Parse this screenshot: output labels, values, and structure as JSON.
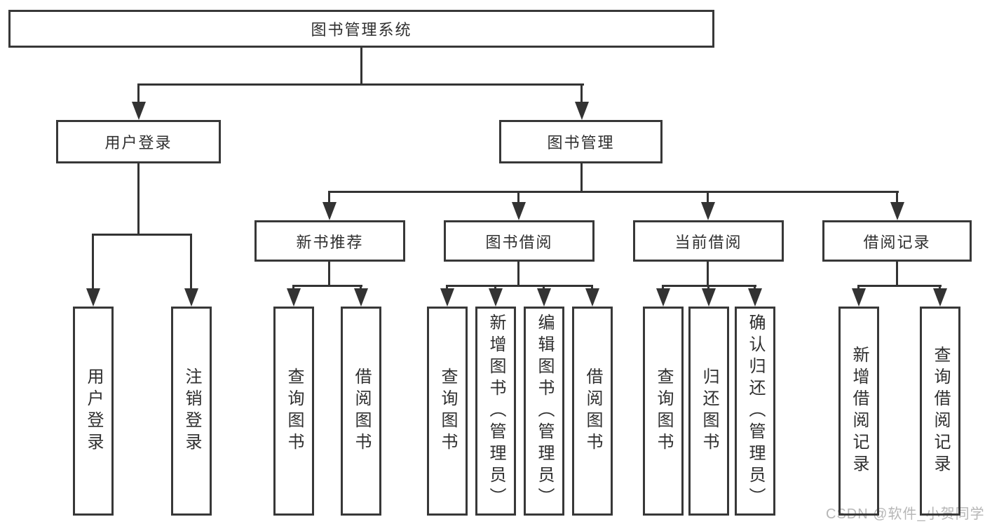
{
  "diagram": {
    "type": "tree",
    "root": {
      "label": "图书管理系统"
    },
    "branches": [
      {
        "label": "用户登录",
        "leaves": [
          "用户登录",
          "注销登录"
        ]
      },
      {
        "label": "图书管理",
        "groups": [
          {
            "label": "新书推荐",
            "leaves": [
              "查询图书",
              "借阅图书"
            ]
          },
          {
            "label": "图书借阅",
            "leaves": [
              "查询图书",
              "新增图书（管理员）",
              "编辑图书（管理员）",
              "借阅图书"
            ]
          },
          {
            "label": "当前借阅",
            "leaves": [
              "查询图书",
              "归还图书",
              "确认归还（管理员）"
            ]
          },
          {
            "label": "借阅记录",
            "leaves": [
              "新增借阅记录",
              "查询借阅记录"
            ]
          }
        ]
      }
    ]
  },
  "watermark": {
    "text": "CSDN @软件_小贺同学",
    "color": "#b6b6b6"
  },
  "colors": {
    "line": "#333333",
    "box_border": "#383838",
    "text": "#2f2f2f",
    "background": "#ffffff"
  }
}
